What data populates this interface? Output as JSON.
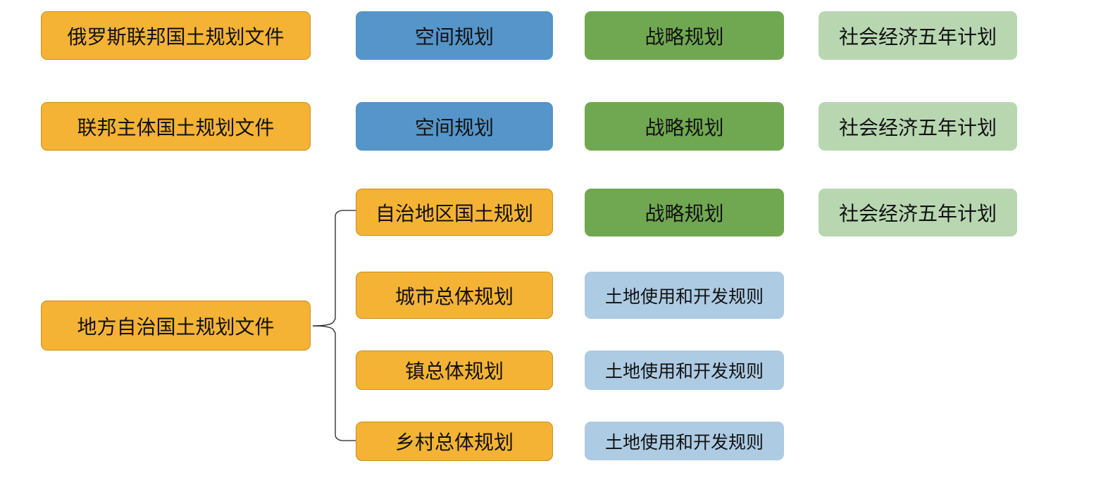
{
  "rows": {
    "federal": {
      "level": "俄罗斯联邦国土规划文件",
      "spatial": "空间规划",
      "strategic": "战略规划",
      "socio_economic": "社会经济五年计划"
    },
    "subject": {
      "level": "联邦主体国土规划文件",
      "spatial": "空间规划",
      "strategic": "战略规划",
      "socio_economic": "社会经济五年计划"
    },
    "municipal": {
      "level": "地方自治国土规划文件",
      "children": [
        {
          "plan": "自治地区国土规划",
          "strategic": "战略规划",
          "socio_economic": "社会经济五年计划"
        },
        {
          "plan": "城市总体规划",
          "rules": "土地使用和开发规则"
        },
        {
          "plan": "镇总体规划",
          "rules": "土地使用和开发规则"
        },
        {
          "plan": "乡村总体规划",
          "rules": "土地使用和开发规则"
        }
      ]
    }
  },
  "colors": {
    "planning_document": "#f4b335",
    "spatial": "#5595c9",
    "strategic": "#70a851",
    "socio_economic": "#b8d7b1",
    "land_rules": "#adcbe3"
  }
}
